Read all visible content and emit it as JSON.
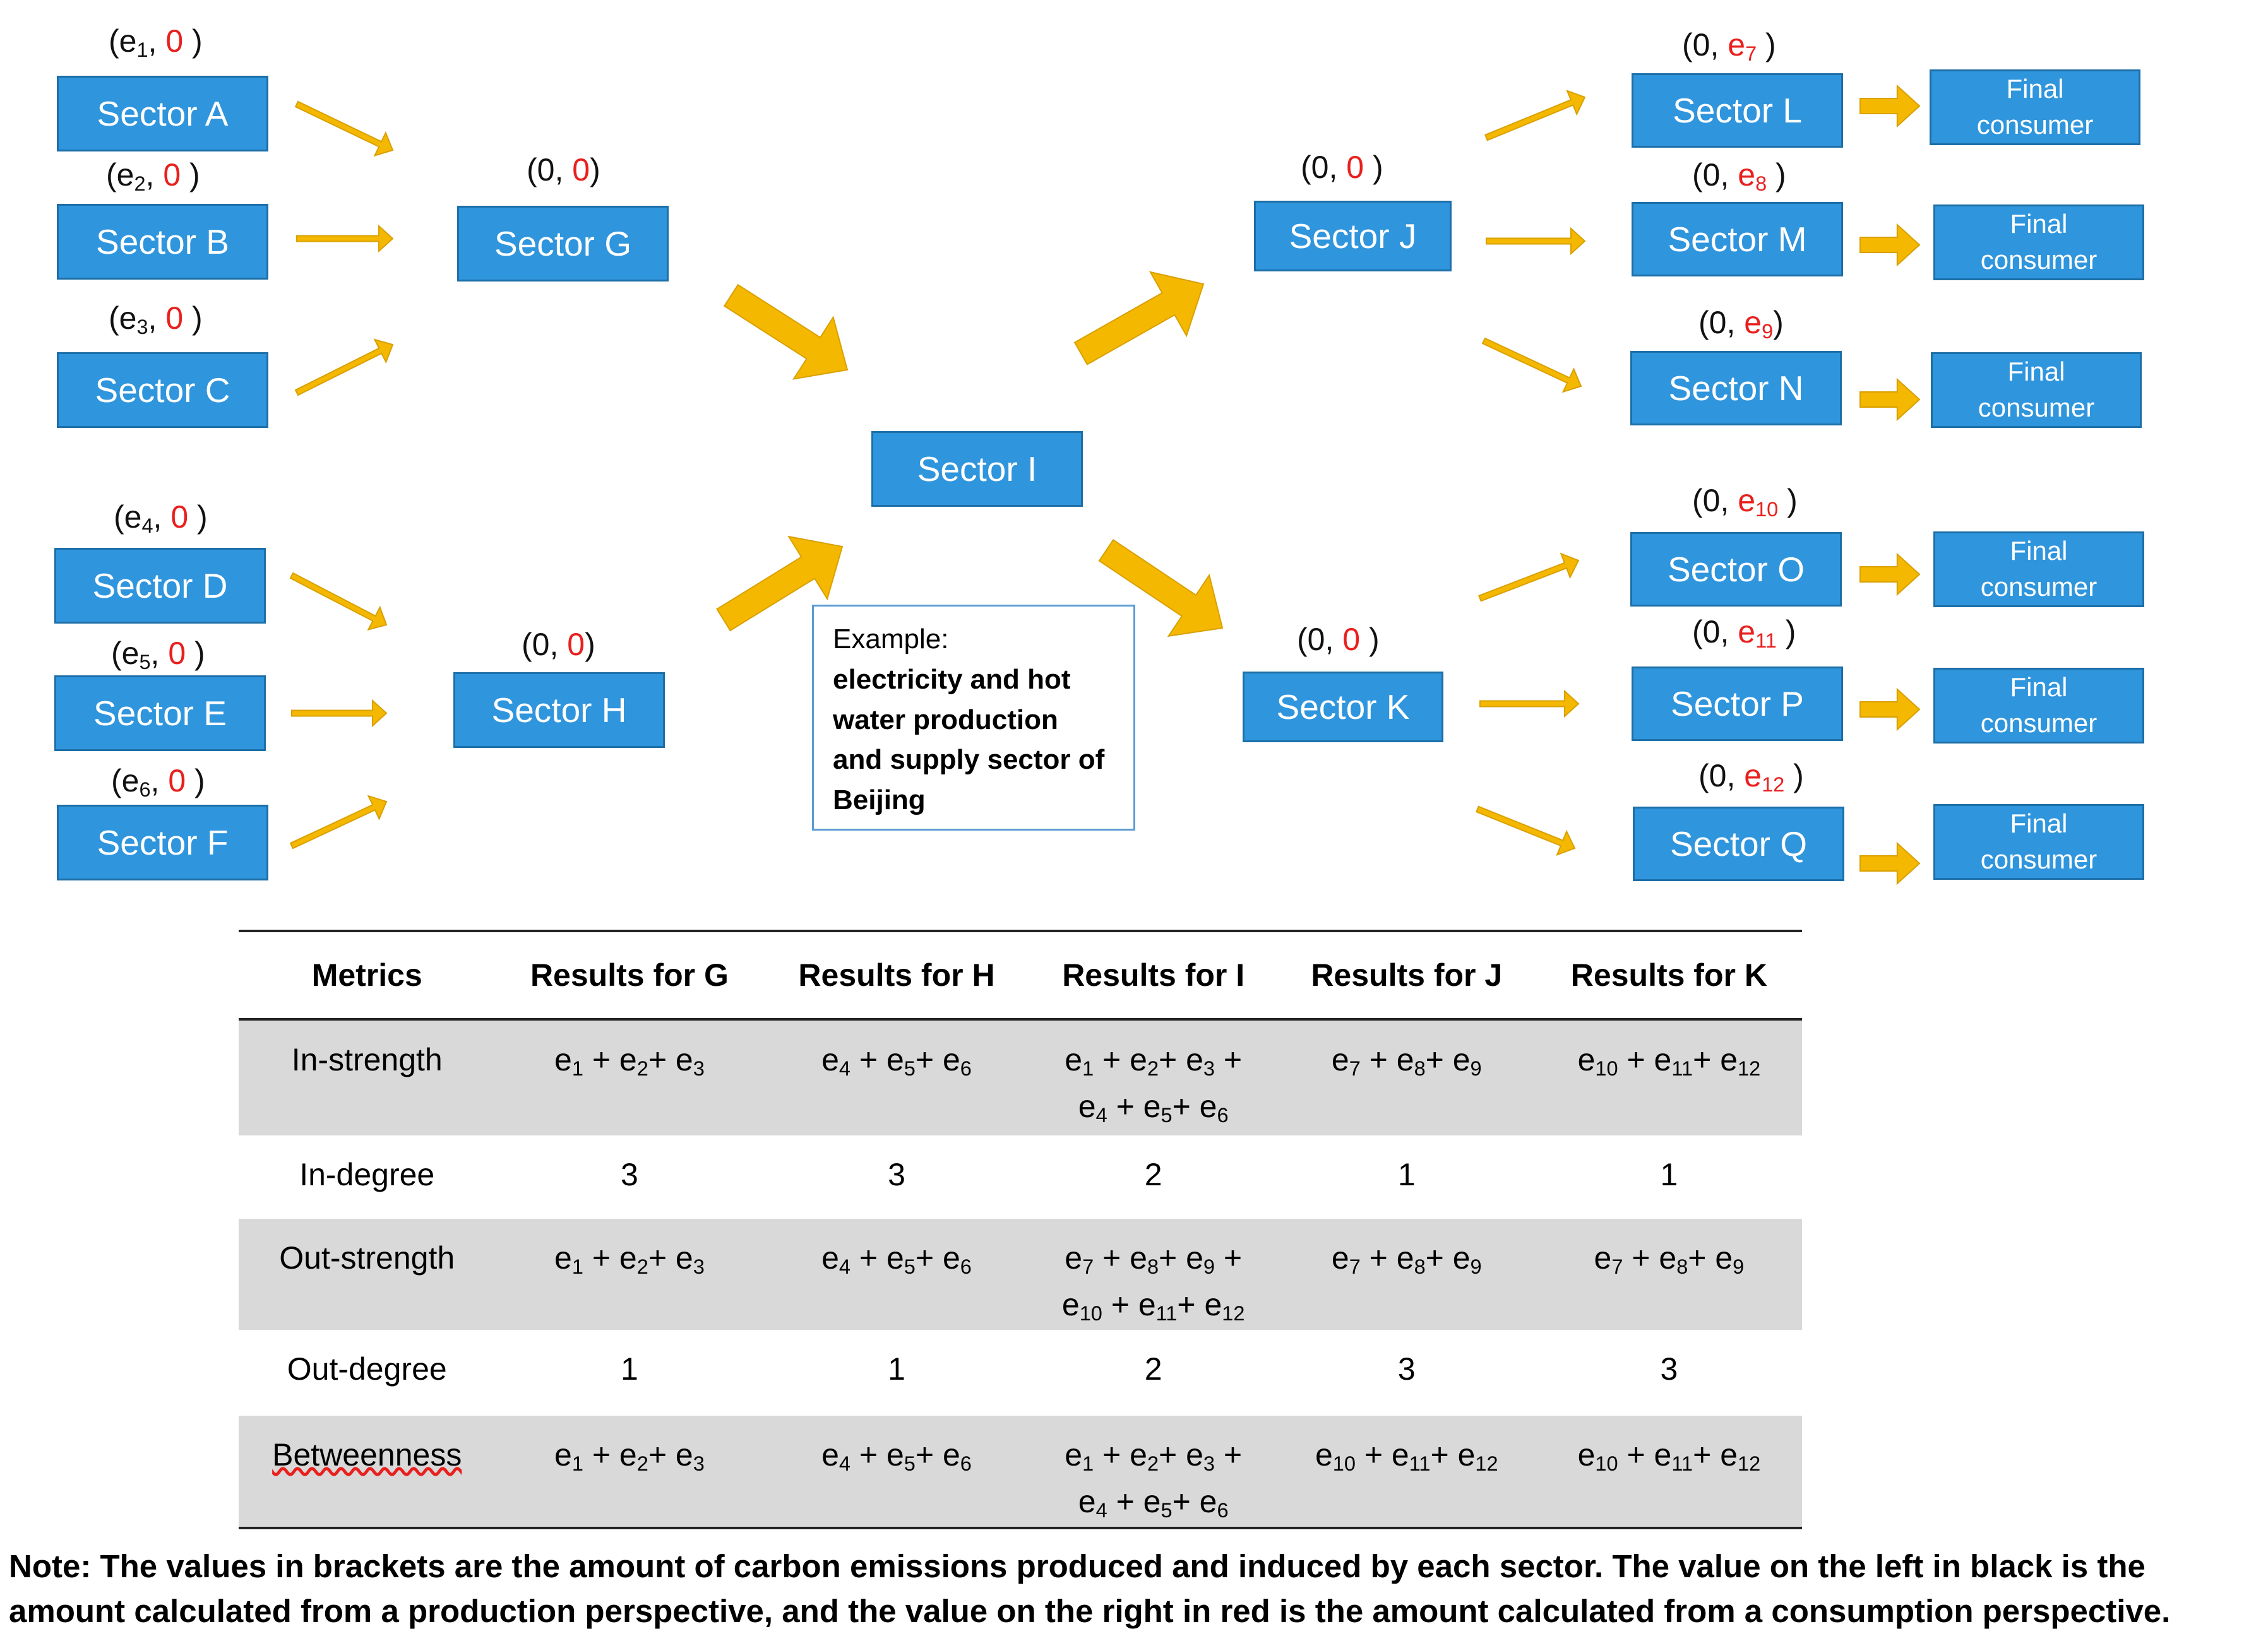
{
  "diagram": {
    "sources": [
      {
        "id": "A",
        "label": "Sector A",
        "tuple_left": "e",
        "tuple_left_sub": "1",
        "tuple_right": "0"
      },
      {
        "id": "B",
        "label": "Sector B",
        "tuple_left": "e",
        "tuple_left_sub": "2",
        "tuple_right": "0"
      },
      {
        "id": "C",
        "label": "Sector C",
        "tuple_left": "e",
        "tuple_left_sub": "3",
        "tuple_right": "0"
      },
      {
        "id": "D",
        "label": "Sector D",
        "tuple_left": "e",
        "tuple_left_sub": "4",
        "tuple_right": "0"
      },
      {
        "id": "E",
        "label": "Sector E",
        "tuple_left": "e",
        "tuple_left_sub": "5",
        "tuple_right": "0"
      },
      {
        "id": "F",
        "label": "Sector F",
        "tuple_left": "e",
        "tuple_left_sub": "6",
        "tuple_right": "0"
      }
    ],
    "middle": [
      {
        "id": "G",
        "label": "Sector G",
        "tuple_left": "0",
        "tuple_right": "0"
      },
      {
        "id": "H",
        "label": "Sector H",
        "tuple_left": "0",
        "tuple_right": "0"
      },
      {
        "id": "I",
        "label": "Sector I"
      },
      {
        "id": "J",
        "label": "Sector J",
        "tuple_left": "0",
        "tuple_right": "0"
      },
      {
        "id": "K",
        "label": "Sector K",
        "tuple_left": "0",
        "tuple_right": "0"
      }
    ],
    "sinks": [
      {
        "id": "L",
        "label": "Sector L",
        "tuple_left": "0",
        "tuple_right": "e",
        "tuple_right_sub": "7"
      },
      {
        "id": "M",
        "label": "Sector M",
        "tuple_left": "0",
        "tuple_right": "e",
        "tuple_right_sub": "8"
      },
      {
        "id": "N",
        "label": "Sector N",
        "tuple_left": "0",
        "tuple_right": "e",
        "tuple_right_sub": "9"
      },
      {
        "id": "O",
        "label": "Sector O",
        "tuple_left": "0",
        "tuple_right": "e",
        "tuple_right_sub": "10"
      },
      {
        "id": "P",
        "label": "Sector P",
        "tuple_left": "0",
        "tuple_right": "e",
        "tuple_right_sub": "11"
      },
      {
        "id": "Q",
        "label": "Sector Q",
        "tuple_left": "0",
        "tuple_right": "e",
        "tuple_right_sub": "12"
      }
    ],
    "final_consumer_line1": "Final",
    "final_consumer_line2": "consumer",
    "example_title": "Example:",
    "example_body": "electricity and hot water production and supply sector of Beijing",
    "colors": {
      "node_fill": "#2f95dd",
      "arrow": "#f5b800",
      "red_value": "#e8201e",
      "table_shade": "#d9d9d9"
    }
  },
  "table": {
    "headers": [
      "Metrics",
      "Results for G",
      "Results for H",
      "Results for I",
      "Results for J",
      "Results for K"
    ],
    "rows": [
      {
        "metric": "In-strength",
        "cells": [
          [
            [
              "e",
              "1"
            ],
            [
              " + e",
              "2"
            ],
            [
              "+ e",
              "3"
            ]
          ],
          [
            [
              "e",
              "4"
            ],
            [
              " + e",
              "5"
            ],
            [
              "+ e",
              "6"
            ]
          ],
          [
            [
              "e",
              "1"
            ],
            [
              " + e",
              "2"
            ],
            [
              "+ e",
              "3"
            ],
            [
              " +",
              ""
            ],
            [
              "\n",
              ""
            ],
            [
              "e",
              "4"
            ],
            [
              " + e",
              "5"
            ],
            [
              "+ e",
              "6"
            ]
          ],
          [
            [
              "e",
              "7"
            ],
            [
              " + e",
              "8"
            ],
            [
              "+ e",
              "9"
            ]
          ],
          [
            [
              "e",
              "10"
            ],
            [
              " + e",
              "11"
            ],
            [
              "+ e",
              "12"
            ]
          ]
        ]
      },
      {
        "metric": "In-degree",
        "cells": [
          [
            [
              "3",
              ""
            ]
          ],
          [
            [
              "3",
              ""
            ]
          ],
          [
            [
              "2",
              ""
            ]
          ],
          [
            [
              "1",
              ""
            ]
          ],
          [
            [
              "1",
              ""
            ]
          ]
        ]
      },
      {
        "metric": "Out-strength",
        "cells": [
          [
            [
              "e",
              "1"
            ],
            [
              " + e",
              "2"
            ],
            [
              "+ e",
              "3"
            ]
          ],
          [
            [
              "e",
              "4"
            ],
            [
              " + e",
              "5"
            ],
            [
              "+ e",
              "6"
            ]
          ],
          [
            [
              "e",
              "7"
            ],
            [
              " + e",
              "8"
            ],
            [
              "+ e",
              "9"
            ],
            [
              " +",
              ""
            ],
            [
              "\n",
              ""
            ],
            [
              "e",
              "10"
            ],
            [
              " + e",
              "11"
            ],
            [
              "+ e",
              "12"
            ]
          ],
          [
            [
              "e",
              "7"
            ],
            [
              " + e",
              "8"
            ],
            [
              "+ e",
              "9"
            ]
          ],
          [
            [
              "e",
              "7"
            ],
            [
              " + e",
              "8"
            ],
            [
              "+ e",
              "9"
            ]
          ]
        ]
      },
      {
        "metric": "Out-degree",
        "cells": [
          [
            [
              "1",
              ""
            ]
          ],
          [
            [
              "1",
              ""
            ]
          ],
          [
            [
              "2",
              ""
            ]
          ],
          [
            [
              "3",
              ""
            ]
          ],
          [
            [
              "3",
              ""
            ]
          ]
        ]
      },
      {
        "metric": "Betweenness",
        "cells": [
          [
            [
              "e",
              "1"
            ],
            [
              " + e",
              "2"
            ],
            [
              "+ e",
              "3"
            ]
          ],
          [
            [
              "e",
              "4"
            ],
            [
              " + e",
              "5"
            ],
            [
              "+ e",
              "6"
            ]
          ],
          [
            [
              "e",
              "1"
            ],
            [
              " + e",
              "2"
            ],
            [
              "+ e",
              "3"
            ],
            [
              " +",
              ""
            ],
            [
              "\n",
              ""
            ],
            [
              "e",
              "4"
            ],
            [
              " + e",
              "5"
            ],
            [
              "+ e",
              "6"
            ]
          ],
          [
            [
              "e",
              "10"
            ],
            [
              " + e",
              "11"
            ],
            [
              "+ e",
              "12"
            ]
          ],
          [
            [
              "e",
              "10"
            ],
            [
              " + e",
              "11"
            ],
            [
              "+ e",
              "12"
            ]
          ]
        ]
      }
    ]
  },
  "note": "Note: The values in brackets are the amount of carbon emissions produced and induced by each sector. The value on the left in black is the amount calculated from a production perspective, and the value on the right in red is the amount calculated from a consumption perspective."
}
